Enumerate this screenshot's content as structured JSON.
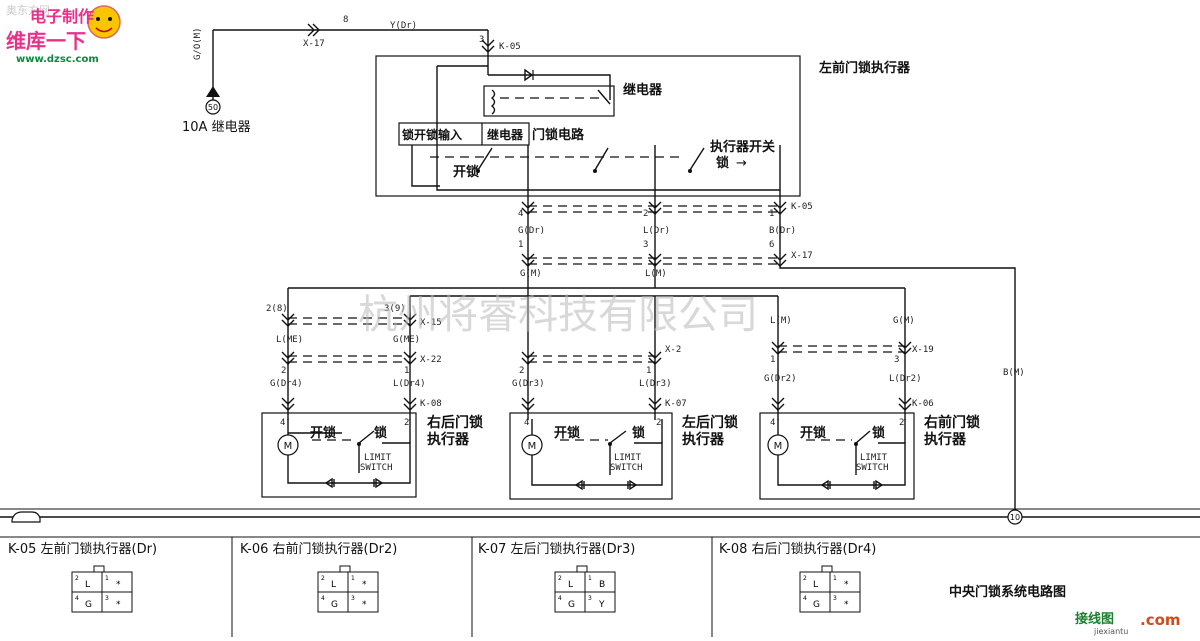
{
  "logo": {
    "line1": "电子制作",
    "line2": "维库一下",
    "url": "www.dzsc.com",
    "corner_text": "奥东方网"
  },
  "relay_source": {
    "label": "10A 继电器",
    "node": "50",
    "wire": "G/O(M)"
  },
  "top_wire": {
    "number": "8",
    "wire": "Y(Dr)",
    "connector": "X-17",
    "pin": "3",
    "k_connector": "K-05"
  },
  "front_left_actuator": {
    "title": "左前门锁执行器",
    "relay_label": "继电器",
    "input_label": "锁开锁输入",
    "relay_box_label": "继电器",
    "circuit_label": "门锁电路",
    "switch_label": "执行器开关",
    "unlock_label": "开锁",
    "lock_label": "锁",
    "arrow": "→"
  },
  "bus": {
    "k05_pins": [
      "4",
      "2",
      "1"
    ],
    "k05_label": "K-05",
    "wires_dr": [
      "G(Dr)",
      "L(Dr)",
      "B(Dr)"
    ],
    "x17_pins": [
      "1",
      "3",
      "6"
    ],
    "x17_label": "X-17",
    "wires_m": [
      "G(M)",
      "L(M)"
    ]
  },
  "rear_left": {
    "pins_x15": [
      "2(8)",
      "3(9)"
    ],
    "x15_label": "X-15",
    "wires_me": [
      "L(ME)",
      "G(ME)"
    ],
    "pins_x22": [
      "2",
      "1"
    ],
    "x22_label": "X-22",
    "wires_dr4": [
      "G(Dr4)",
      "L(Dr4)"
    ],
    "k_label": "K-08",
    "title": "右后门锁执行器",
    "pins": [
      "4",
      "2"
    ],
    "unlock": "开锁",
    "lock": "锁",
    "limit": "LIMIT",
    "switch": "SWITCH",
    "motor": "M"
  },
  "rear_middle": {
    "pins_x2": [
      "2",
      "1"
    ],
    "x2_label": "X-2",
    "wires_dr3": [
      "G(Dr3)",
      "L(Dr3)"
    ],
    "k_label": "K-07",
    "title": "左后门锁执行器",
    "pins": [
      "4",
      "2"
    ],
    "unlock": "开锁",
    "lock": "锁",
    "limit": "LIMIT",
    "switch": "SWITCH",
    "motor": "M"
  },
  "rear_right": {
    "wires_m": [
      "L(M)",
      "G(M)"
    ],
    "pins_x19": [
      "1",
      "3"
    ],
    "x19_label": "X-19",
    "wires_dr2": [
      "G(Dr2)",
      "L(Dr2)"
    ],
    "k_label": "K-06",
    "title": "右前门锁执行器",
    "pins": [
      "4",
      "2"
    ],
    "unlock": "开锁",
    "lock": "锁",
    "limit": "LIMIT",
    "switch": "SWITCH",
    "motor": "M"
  },
  "ground": {
    "wire": "B(M)",
    "node": "10"
  },
  "watermark": "杭州将睿科技有限公司",
  "footer": {
    "k05": "K-05 左前门锁执行器(Dr)",
    "k06": "K-06  右前门锁执行器(Dr2)",
    "k07": "K-07 左后门锁执行器(Dr3)",
    "k08": "K-08 右后门锁执行器(Dr4)",
    "caption": "中央门锁系统电路图",
    "k05_cells": [
      "2",
      "L",
      "1",
      "*",
      "4",
      "G",
      "3",
      "*"
    ],
    "k06_cells": [
      "2",
      "L",
      "1",
      "*",
      "4",
      "G",
      "3",
      "*"
    ],
    "k07_cells": [
      "2",
      "L",
      "1",
      "B",
      "4",
      "G",
      "3",
      "Y"
    ],
    "k08_cells": [
      "2",
      "L",
      "1",
      "*",
      "4",
      "G",
      "3",
      "*"
    ],
    "brand1": "接线图",
    "brand2": ".com",
    "brand_url": "jiexiantu"
  }
}
